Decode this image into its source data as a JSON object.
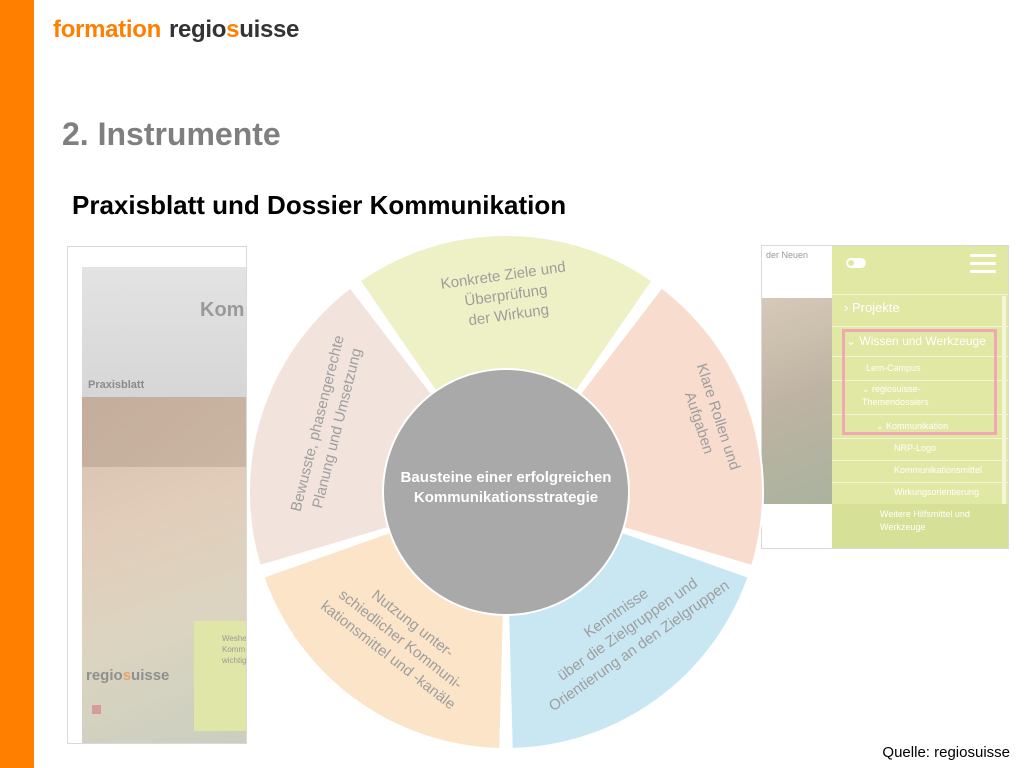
{
  "brand": {
    "part1": "formation",
    "part2": "regio",
    "part3": "s",
    "part4": "uisse"
  },
  "slide": {
    "title": "2. Instrumente",
    "subtitle": "Praxisblatt und Dossier Kommunikation",
    "source": "Quelle: regiosuisse"
  },
  "doc_left": {
    "heading": "Kom",
    "label": "Praxisblatt",
    "snippet": "Weshe\nKomm\nwichtig",
    "logo_part1": "regio",
    "logo_part2": "s",
    "logo_part3": "uisse"
  },
  "doc_right": {
    "top_text": "der Neuen",
    "nav": {
      "items": [
        "Projekte",
        "Wissen und Werkzeuge",
        "Lern-Campus",
        "regiosuisse-\nThemendossiers",
        "Kommunikation",
        "NRP-Logo",
        "Kommunikationsmittel",
        "Wirkungsorientierung",
        "Weitere Hilfsmittel und\nWerkzeuge"
      ]
    }
  },
  "wheel": {
    "center": "Bausteine einer erfolgreichen\nKommunikationsstrategie",
    "segments": [
      {
        "label": "Konkrete Ziele und Überprüfung\nder Wirkung",
        "color": "#eef0c6"
      },
      {
        "label": "Klare Rollen und\nAufgaben",
        "color": "#f8dccd"
      },
      {
        "label": "Kenntnisse\nüber die Zielgruppen und\nOrientierung an den Zielgruppen",
        "color": "#c9e7f3"
      },
      {
        "label": "Nutzung unter-\nschiedlicher Kommuni-\nkationsmittel und -kanäle",
        "color": "#fbe4c8"
      },
      {
        "label": "Bewusste, phasengerechte\nPlanung und Umsetzung",
        "color": "#f2e3dd"
      }
    ],
    "center_color": "#a9a9a9"
  },
  "colors": {
    "accent": "#FF7F00",
    "title_gray": "#7f7f7f",
    "nav_green": "#e0e8a4",
    "highlight": "#f0a8b4"
  }
}
